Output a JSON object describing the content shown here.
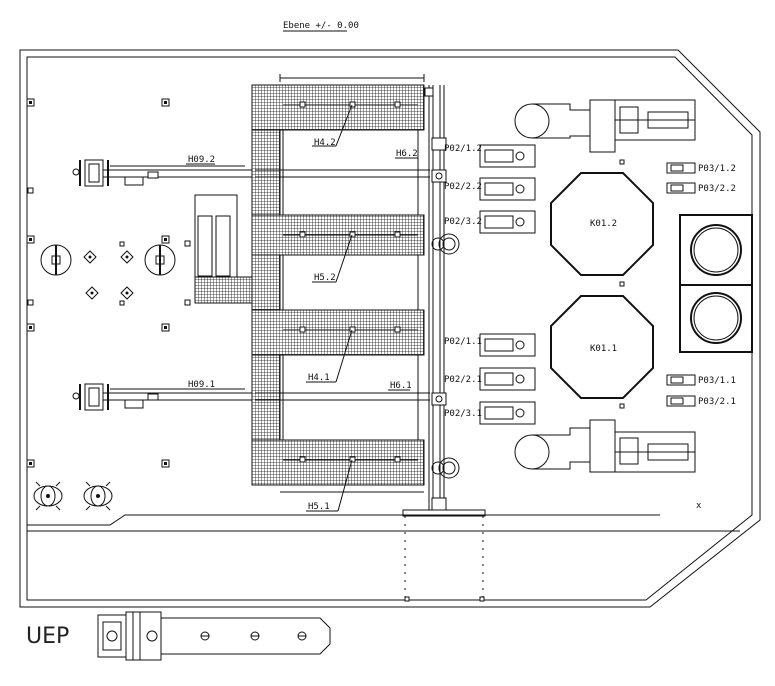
{
  "drawing": {
    "title": "Ebene +/- 0.00",
    "corner_label": "UEP",
    "labels": {
      "h4_2": "H4.2",
      "h6_2": "H6.2",
      "h09_2": "H09.2",
      "h5_2": "H5.2",
      "h4_1": "H4.1",
      "h6_1": "H6.1",
      "h09_1": "H09.1",
      "h5_1": "H5.1",
      "p02_1_2": "P02/1.2",
      "p02_2_2": "P02/2.2",
      "p02_3_2": "P02/3.2",
      "p02_1_1": "P02/1.1",
      "p02_2_1": "P02/2.1",
      "p02_3_1": "P02/3.1",
      "k01_2": "K01.2",
      "k01_1": "K01.1",
      "p03_1_2": "P03/1.2",
      "p03_2_2": "P03/2.2",
      "p03_1_1": "P03/1.1",
      "p03_2_1": "P03/2.1",
      "x_mark": "x"
    }
  }
}
